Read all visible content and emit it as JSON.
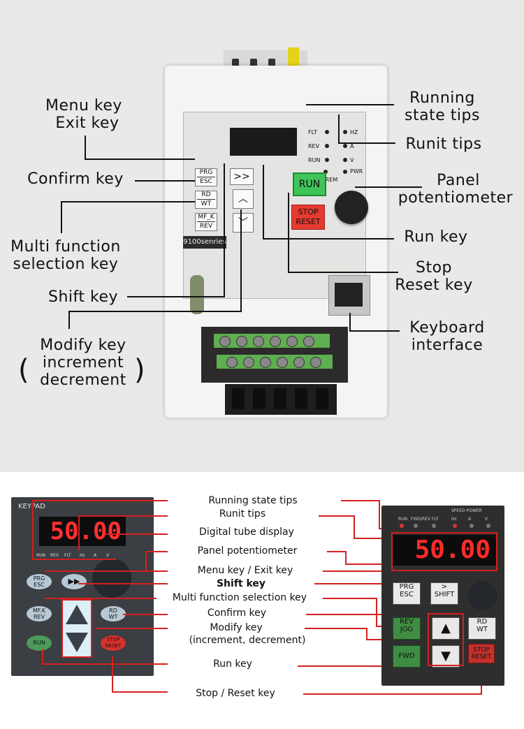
{
  "top_labels": {
    "menu_key": "Menu key",
    "exit_key": "Exit key",
    "confirm_key": "Confirm key",
    "multi_function_1": "Multi function",
    "multi_function_2": "selection key",
    "shift_key": "Shift key",
    "modify_key_1": "Modify key",
    "modify_key_2": "increment",
    "modify_key_3": "decrement",
    "paren_left": "(",
    "paren_right": ")",
    "running_state_1": "Running",
    "running_state_2": "state tips",
    "runit_tips": "Runit tips",
    "panel_pot_1": "Panel",
    "panel_pot_2": "potentiometer",
    "run_key": "Run key",
    "stop_reset_1": "Stop",
    "stop_reset_2": "Reset key",
    "keyboard_1": "Keyboard",
    "keyboard_2": "interface"
  },
  "device_top": {
    "indicators_left": [
      "FLT",
      "REV",
      "RUN"
    ],
    "indicators_right": [
      "HZ",
      "A",
      "V",
      "PWR"
    ],
    "loc_rem": "LOC/REM",
    "key_prg": "PRG",
    "key_esc": "ESC",
    "key_shift": ">>",
    "key_rd": "RD",
    "key_wt": "WT",
    "key_mfk": "MF_K",
    "key_rev": "REV",
    "key_up": "︿",
    "key_down": "﹀",
    "run": "RUN",
    "stop": "STOP",
    "reset": "RESET",
    "series": "9100senries"
  },
  "bottom_labels": {
    "running_state": "Running state tips",
    "runit_tips": "Runit tips",
    "digital_display": "Digital tube display",
    "panel_pot": "Panel potentiometer",
    "menu_exit": "Menu key / Exit key",
    "shift_key": "Shift key",
    "multi_function": "Multi function selection key",
    "confirm_key": "Confirm key",
    "modify_key": "Modify key",
    "modify_key_sub": "(increment, decrement)",
    "run_key": "Run key",
    "stop_reset": "Stop / Reset key"
  },
  "keypad_left": {
    "brand": "KEYPAD",
    "display": "50.00",
    "leds": [
      "RUN",
      "REV",
      "FLT",
      "Hz",
      "A",
      "V"
    ],
    "prg": "PRG",
    "esc": "ESC",
    "mfk": "MF.K",
    "rev": "REV",
    "rd": "RD",
    "wt": "WT",
    "run": "RUN",
    "stop": "STOP",
    "reset": "RESET",
    "shift_glyph": "▶▶"
  },
  "keypad_right": {
    "display": "50.00",
    "speed_power": "SPEED POWER",
    "leds": [
      "RUN",
      "FWD/REV",
      "FLT",
      "Hz",
      "A",
      "V"
    ],
    "prg": "PRG",
    "esc": "ESC",
    "shift_glyph": ">",
    "shift": "SHIFT",
    "rev": "REV",
    "jog": "JOG",
    "fwd": "FWD",
    "rd": "RD",
    "wt": "WT",
    "stop": "STOP",
    "reset": "RESET",
    "up": "▲",
    "down": "▼"
  },
  "colors": {
    "display_red": "#ff2a2a",
    "annotation_red": "#d52020",
    "run_green": "#3fc45a",
    "stop_red": "#e53a30"
  }
}
